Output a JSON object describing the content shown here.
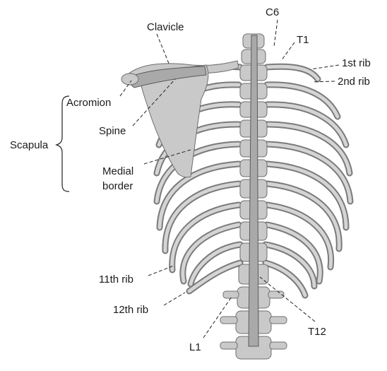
{
  "labels": {
    "clavicle": "Clavicle",
    "c6": "C6",
    "t1": "T1",
    "rib1": "1st rib",
    "rib2": "2nd rib",
    "acromion": "Acromion",
    "scapula": "Scapula",
    "spine": "Spine",
    "medial_border_line1": "Medial",
    "medial_border_line2": "border",
    "rib11": "11th rib",
    "rib12": "12th rib",
    "l1": "L1",
    "t12": "T12"
  }
}
